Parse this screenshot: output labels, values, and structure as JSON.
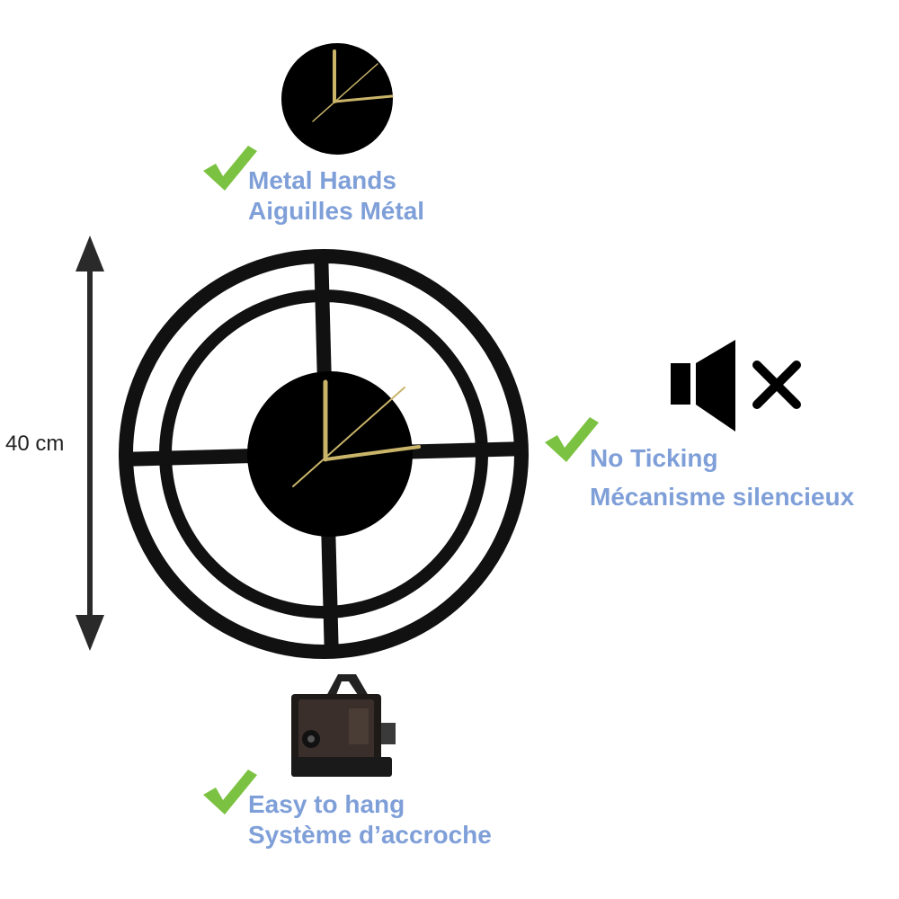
{
  "colors": {
    "accent_text": "#7f9fd8",
    "check": "#7cc242",
    "frame": "#111111",
    "hands": "#c9b46a",
    "arrow": "#2a2a2a"
  },
  "dimension": {
    "label": "40 cm"
  },
  "features": {
    "metal_hands": {
      "line1": "Metal Hands",
      "line2": "Aiguilles Métal",
      "icon": "check-icon"
    },
    "no_ticking": {
      "line1": "No Ticking",
      "line2": "Mécanisme silencieux",
      "icon": "check-icon"
    },
    "easy_hang": {
      "line1": "Easy to hang",
      "line2": "Système d’accroche",
      "icon": "check-icon"
    }
  },
  "icons": {
    "mute": "speaker-muted-icon"
  }
}
